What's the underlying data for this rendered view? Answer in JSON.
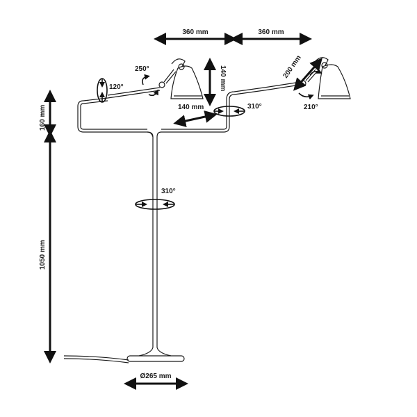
{
  "labels": {
    "top_left_width": "360 mm",
    "top_right_width": "360 mm",
    "rot_250": "250°",
    "rot_120": "120°",
    "arm_140_vert": "140 mm",
    "arm_140_horiz": "140 mm",
    "rot_310_right": "310°",
    "arm_200": "200 mm",
    "rot_210": "210°",
    "height_160": "160 mm",
    "height_1050": "1050 mm",
    "rot_310_stem": "310°",
    "base_diameter": "Ø265 mm"
  },
  "colors": {
    "ink": "#111111",
    "background": "#ffffff"
  }
}
